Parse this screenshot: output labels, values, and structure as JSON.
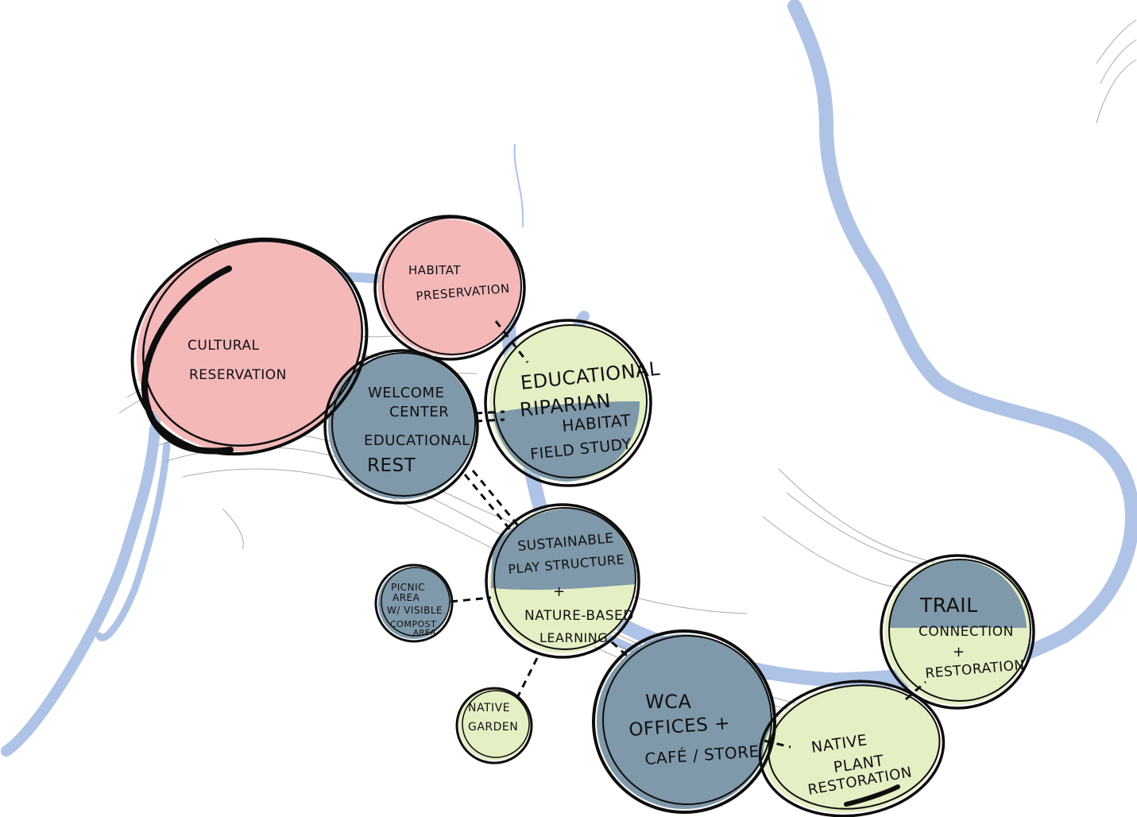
{
  "colors": {
    "river": "#aec3e6",
    "preservation": "#f4b8b8",
    "community": "#7f98aa",
    "restoration": "#e4efc4",
    "ink": "#0d0d0d"
  },
  "bubbles": {
    "cultural_reservation": {
      "lines": [
        "CULTURAL",
        "RESERVATION"
      ]
    },
    "habitat_preservation": {
      "lines": [
        "HABITAT",
        "PRESERVATION"
      ]
    },
    "welcome_center": {
      "lines": [
        "WELCOME",
        "CENTER",
        "EDUCATIONAL",
        "REST"
      ]
    },
    "educational_riparian": {
      "lines": [
        "EDUCATIONAL",
        "RIPARIAN",
        "HABITAT",
        "FIELD STUDY"
      ]
    },
    "sustainable_play": {
      "lines": [
        "SUSTAINABLE",
        "PLAY STRUCTURE",
        "+",
        "NATURE-BASED",
        "LEARNING"
      ]
    },
    "picnic_area": {
      "lines": [
        "PICNIC",
        "AREA",
        "W/ VISIBLE",
        "COMPOST",
        "AREA"
      ]
    },
    "native_garden": {
      "lines": [
        "NATIVE",
        "GARDEN"
      ]
    },
    "wca_offices": {
      "lines": [
        "WCA",
        "OFFICES +",
        "CAFÉ / STORE"
      ]
    },
    "trail_connection": {
      "lines": [
        "TRAIL",
        "CONNECTION",
        "+",
        "RESTORATION"
      ]
    },
    "native_plant_restoration": {
      "lines": [
        "NATIVE",
        "PLANT",
        "RESTORATION"
      ]
    }
  }
}
